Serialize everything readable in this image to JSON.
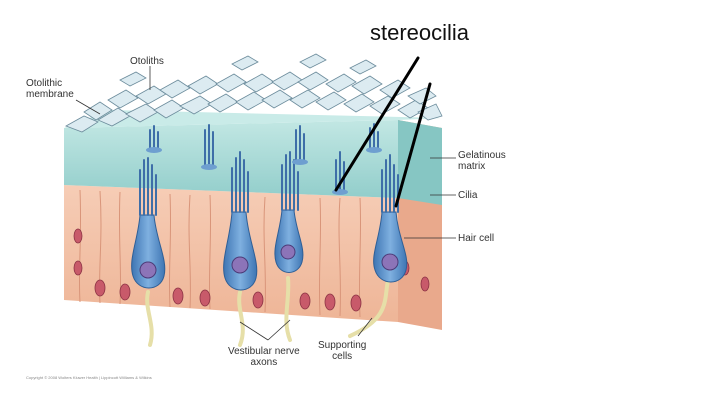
{
  "title": "stereocilia",
  "labels": {
    "otoliths": "Otoliths",
    "otolithic_membrane": [
      "Otolithic",
      "membrane"
    ],
    "gelatinous_matrix": [
      "Gelatinous",
      "matrix"
    ],
    "cilia": "Cilia",
    "hair_cell": "Hair cell",
    "supporting_cells": [
      "Supporting",
      "cells"
    ],
    "vestibular_nerve_axons": [
      "Vestibular nerve",
      "axons"
    ]
  },
  "credit": "Copyright © 2008 Wolters Kluwer Health | Lippincott Williams & Wilkins",
  "colors": {
    "crystals": "#dcebf1",
    "matrix": "#9fd4d2",
    "epithelium": "#f1c2a8",
    "hair_cell": "#5b8fc7",
    "nucleus": "#8c74b8",
    "supporting_nucleus": "#c85a6a",
    "nerve": "#e6dfa8"
  }
}
